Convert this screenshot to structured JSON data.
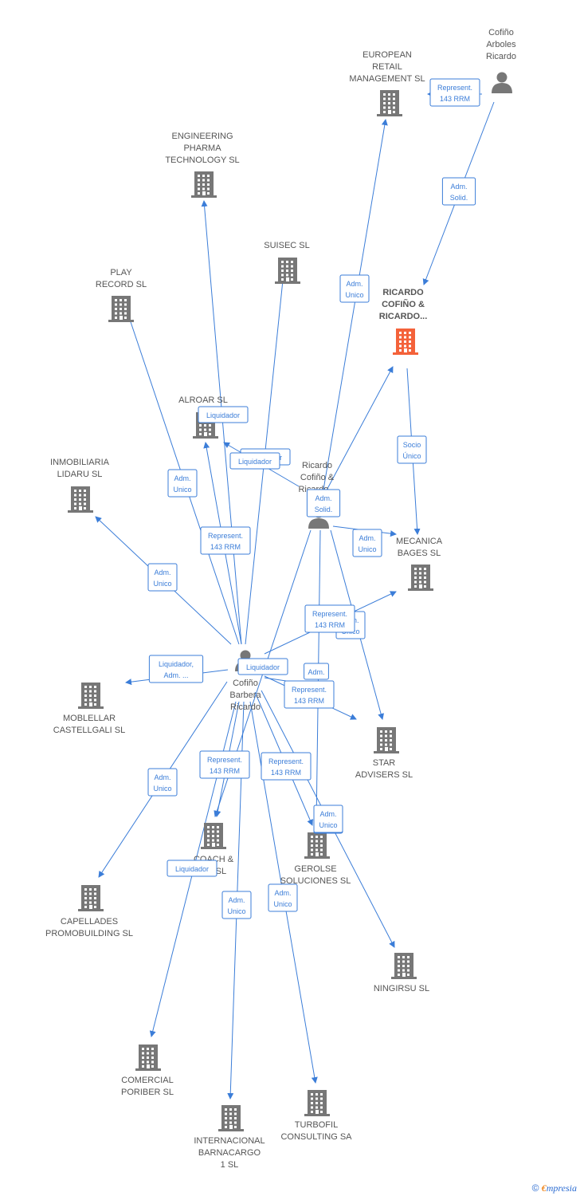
{
  "colors": {
    "edge": "#3b7dd8",
    "company": "#777777",
    "focus": "#f4623a",
    "person": "#777777"
  },
  "nodes": [
    {
      "id": "cofino-arboles",
      "kind": "person",
      "lines": [
        "Cofiño",
        "Arboles",
        "Ricardo"
      ]
    },
    {
      "id": "european-retail",
      "kind": "company",
      "lines": [
        "EUROPEAN",
        "RETAIL",
        "MANAGEMENT SL"
      ]
    },
    {
      "id": "engineering-pharma",
      "kind": "company",
      "lines": [
        "ENGINEERING",
        "PHARMA",
        "TECHNOLOGY SL"
      ]
    },
    {
      "id": "suisec",
      "kind": "company",
      "lines": [
        "SUISEC SL"
      ]
    },
    {
      "id": "play-record",
      "kind": "company",
      "lines": [
        "PLAY",
        "RECORD SL"
      ]
    },
    {
      "id": "ricardo-cofino-ricardo",
      "kind": "focus",
      "lines": [
        "RICARDO",
        "COFIÑO &",
        "RICARDO..."
      ]
    },
    {
      "id": "alroar",
      "kind": "company",
      "lines": [
        "ALROAR SL"
      ]
    },
    {
      "id": "inmobiliaria-lidaru",
      "kind": "company",
      "lines": [
        "INMOBILIARIA",
        "LIDARU SL"
      ]
    },
    {
      "id": "ricardo-cofino-person",
      "kind": "person",
      "lines": [
        "Ricardo",
        "Cofiño &",
        "Ricardo..."
      ]
    },
    {
      "id": "mecanica-bages",
      "kind": "company",
      "lines": [
        "MECANICA",
        "BAGES SL"
      ]
    },
    {
      "id": "cofino-barbera",
      "kind": "person",
      "lines": [
        "Cofiño",
        "Barbera",
        "Ricardo"
      ]
    },
    {
      "id": "moblellar",
      "kind": "company",
      "lines": [
        "MOBLELLAR",
        "CASTELLGALI SL"
      ]
    },
    {
      "id": "star-advisers",
      "kind": "company",
      "lines": [
        "STAR",
        "ADVISERS SL"
      ]
    },
    {
      "id": "coach",
      "kind": "company",
      "lines": [
        "COACH &",
        "...T SL"
      ]
    },
    {
      "id": "gerolse",
      "kind": "company",
      "lines": [
        "GEROLSE",
        "SOLUCIONES SL"
      ]
    },
    {
      "id": "capellades",
      "kind": "company",
      "lines": [
        "CAPELLADES",
        "PROMOBUILDING SL"
      ]
    },
    {
      "id": "ningirsu",
      "kind": "company",
      "lines": [
        "NINGIRSU SL"
      ]
    },
    {
      "id": "comercial-poriber",
      "kind": "company",
      "lines": [
        "COMERCIAL",
        "PORIBER SL"
      ]
    },
    {
      "id": "turbofil",
      "kind": "company",
      "lines": [
        "TURBOFIL",
        "CONSULTING SA"
      ]
    },
    {
      "id": "internacional-barnacargo",
      "kind": "company",
      "lines": [
        "INTERNACIONAL",
        "BARNACARGO",
        "1 SL"
      ]
    }
  ],
  "edges": [
    {
      "from": "cofino-arboles",
      "to": "european-retail",
      "label": [
        "Represent.",
        "143 RRM"
      ]
    },
    {
      "from": "cofino-arboles",
      "to": "ricardo-cofino-ricardo",
      "label": [
        "Adm.",
        "Solid."
      ]
    },
    {
      "from": "ricardo-cofino-person",
      "to": "european-retail",
      "label": [
        "Adm.",
        "Unico"
      ]
    },
    {
      "from": "ricardo-cofino-person",
      "to": "ricardo-cofino-ricardo",
      "label": [
        "Adm.",
        "Solid."
      ]
    },
    {
      "from": "ricardo-cofino-ricardo",
      "to": "mecanica-bages",
      "label": [
        "Socio",
        "Único"
      ]
    },
    {
      "from": "ricardo-cofino-person",
      "to": "mecanica-bages",
      "label": [
        "Adm.",
        "Unico"
      ]
    },
    {
      "from": "ricardo-cofino-person",
      "to": "star-advisers",
      "label": [
        "Adm.",
        "Unico"
      ]
    },
    {
      "from": "ricardo-cofino-person",
      "to": "alroar",
      "label": [
        "Liquidador"
      ]
    },
    {
      "from": "ricardo-cofino-person",
      "to": "coach",
      "label": [
        "Liquidador"
      ]
    },
    {
      "from": "ricardo-cofino-person",
      "to": "gerolse",
      "label": [
        "Adm.",
        "Unico"
      ]
    },
    {
      "from": "cofino-barbera",
      "to": "engineering-pharma",
      "label": [
        "Represent.",
        "143 RRM"
      ]
    },
    {
      "from": "cofino-barbera",
      "to": "suisec",
      "label": [
        "Liquidador"
      ]
    },
    {
      "from": "cofino-barbera",
      "to": "play-record",
      "label": [
        "Adm.",
        "Unico"
      ]
    },
    {
      "from": "cofino-barbera",
      "to": "alroar",
      "label": [
        "Liquidador"
      ]
    },
    {
      "from": "cofino-barbera",
      "to": "inmobiliaria-lidaru",
      "label": [
        "Adm.",
        "Unico"
      ]
    },
    {
      "from": "cofino-barbera",
      "to": "moblellar",
      "label": [
        "Liquidador,",
        "Adm. ..."
      ]
    },
    {
      "from": "cofino-barbera",
      "to": "mecanica-bages",
      "label": [
        "Represent.",
        "143 RRM"
      ]
    },
    {
      "from": "cofino-barbera",
      "to": "star-advisers",
      "label": [
        "Represent.",
        "143 RRM"
      ]
    },
    {
      "from": "cofino-barbera",
      "to": "capellades",
      "label": [
        "Adm.",
        "Unico"
      ]
    },
    {
      "from": "cofino-barbera",
      "to": "coach",
      "label": [
        "Represent.",
        "143 RRM"
      ]
    },
    {
      "from": "cofino-barbera",
      "to": "gerolse",
      "label": [
        "Represent.",
        "143 RRM"
      ]
    },
    {
      "from": "cofino-barbera",
      "to": "ningirsu",
      "label": [
        "Adm.",
        "Unico"
      ]
    },
    {
      "from": "cofino-barbera",
      "to": "comercial-poriber",
      "label": [
        "Liquidador"
      ]
    },
    {
      "from": "cofino-barbera",
      "to": "internacional-barnacargo",
      "label": [
        "Adm.",
        "Unico"
      ]
    },
    {
      "from": "cofino-barbera",
      "to": "turbofil",
      "label": [
        "Adm.",
        "Unico"
      ]
    },
    {
      "from": "cofino-barbera",
      "to": "star-advisers",
      "label": [
        "Adm."
      ]
    }
  ],
  "footer": {
    "copyright": "©",
    "brand_e": "€",
    "brand_rest": "mpresia"
  }
}
